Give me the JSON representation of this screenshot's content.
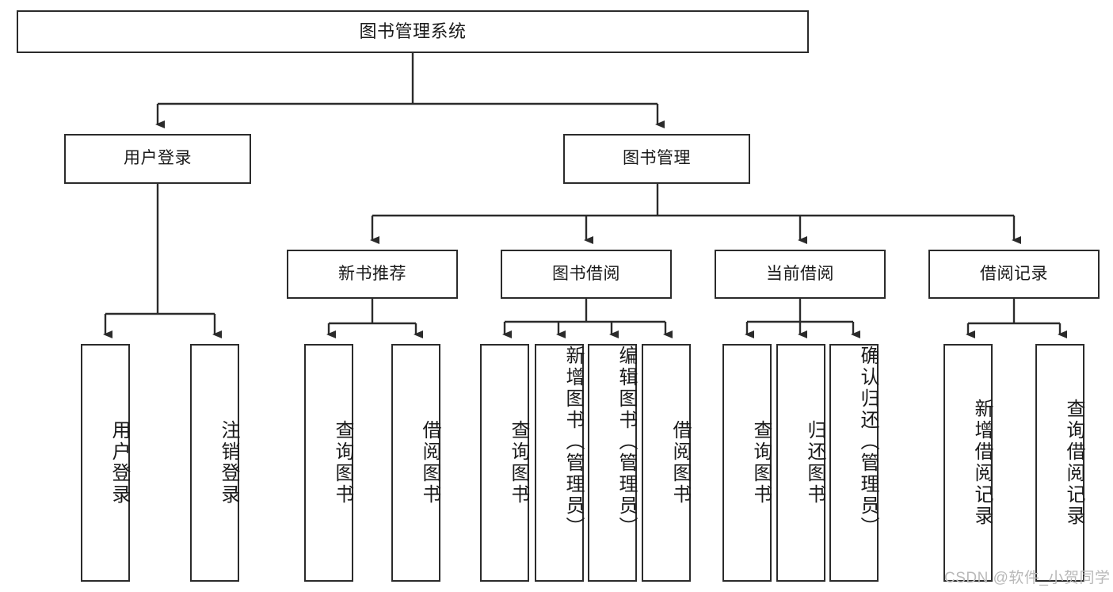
{
  "diagram": {
    "type": "tree-hierarchy-chart",
    "title": "图书管理系统",
    "stroke_color": "#2b2b2b",
    "fill_color": "#ffffff",
    "text_color": "#1a1a1a",
    "levels": [
      {
        "level": 0,
        "nodes": [
          {
            "id": "root",
            "label": "图书管理系统"
          }
        ]
      },
      {
        "level": 1,
        "nodes": [
          {
            "id": "user-login",
            "label": "用户登录"
          },
          {
            "id": "book-manage",
            "label": "图书管理"
          }
        ]
      },
      {
        "level": 2,
        "nodes": [
          {
            "id": "new-book-rec",
            "label": "新书推荐"
          },
          {
            "id": "book-borrow",
            "label": "图书借阅"
          },
          {
            "id": "current-borrow",
            "label": "当前借阅"
          },
          {
            "id": "borrow-record",
            "label": "借阅记录"
          }
        ]
      },
      {
        "level": 3,
        "nodes": [
          {
            "id": "leaf-user-login",
            "label": "用户登录",
            "parent": "user-login"
          },
          {
            "id": "leaf-logout",
            "label": "注销登录",
            "parent": "user-login"
          },
          {
            "id": "leaf-query-book-1",
            "label": "查询图书",
            "parent": "new-book-rec"
          },
          {
            "id": "leaf-borrow-book-1",
            "label": "借阅图书",
            "parent": "new-book-rec"
          },
          {
            "id": "leaf-query-book-2",
            "label": "查询图书",
            "parent": "book-borrow"
          },
          {
            "id": "leaf-add-book",
            "label": "新增图书（管理员）",
            "parent": "book-borrow"
          },
          {
            "id": "leaf-edit-book",
            "label": "编辑图书（管理员）",
            "parent": "book-borrow"
          },
          {
            "id": "leaf-borrow-book-2",
            "label": "借阅图书",
            "parent": "book-borrow"
          },
          {
            "id": "leaf-query-book-3",
            "label": "查询图书",
            "parent": "current-borrow"
          },
          {
            "id": "leaf-return-book",
            "label": "归还图书",
            "parent": "current-borrow"
          },
          {
            "id": "leaf-confirm-return",
            "label": "确认归还（管理员）",
            "parent": "current-borrow"
          },
          {
            "id": "leaf-add-record",
            "label": "新增借阅记录",
            "parent": "borrow-record"
          },
          {
            "id": "leaf-query-record",
            "label": "查询借阅记录",
            "parent": "borrow-record"
          }
        ]
      }
    ]
  },
  "watermark": {
    "text": "CSDN @软件_小贺同学",
    "color": "#b9b9b9"
  }
}
